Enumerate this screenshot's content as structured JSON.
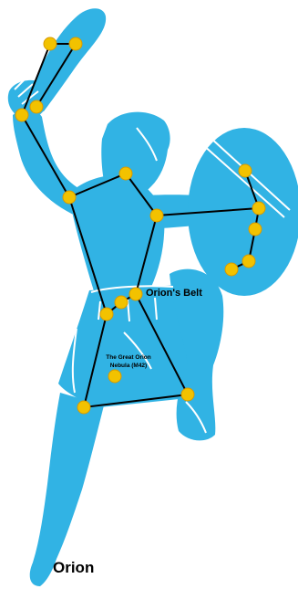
{
  "labels": {
    "belt": "Orion's Belt",
    "nebula": "The Great Orion Nebula (M42)",
    "title": "Orion"
  },
  "colors": {
    "figure": "#31b3e4",
    "figure_line": "#ffffff",
    "star": "#f2c200",
    "star_outline": "#d79a00",
    "constellation_line": "#000000"
  },
  "icons": {
    "figure": "hunter-figure-illustration",
    "star": "star-dot-icon"
  }
}
